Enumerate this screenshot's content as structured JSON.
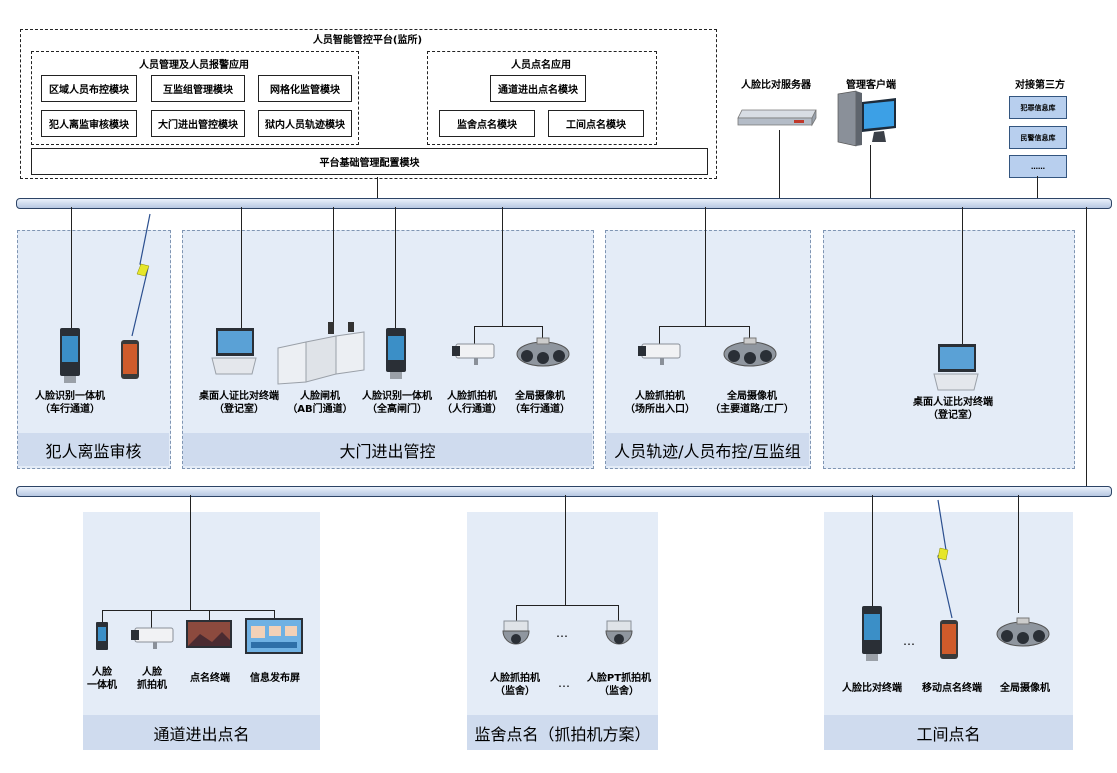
{
  "platform": {
    "title": "人员智能管控平台(监所)",
    "group1_title": "人员管理及人员报警应用",
    "group1_modules": [
      "区域人员布控模块",
      "互监组管理模块",
      "网格化监管模块",
      "犯人离监审核模块",
      "大门进出管控模块",
      "狱内人员轨迹模块"
    ],
    "group2_title": "人员点名应用",
    "group2_modules": [
      "通道进出点名模块",
      "监舍点名模块",
      "工间点名模块"
    ],
    "base_module": "平台基础管理配置模块"
  },
  "servers": {
    "face_server": "人脸比对服务器",
    "client": "管理客户端",
    "third_party_title": "对接第三方",
    "third_party_items": [
      "犯罪信息库",
      "民警信息库",
      "……"
    ]
  },
  "zones": {
    "release_check": {
      "footer": "犯人离监审核",
      "device1": "人脸识别一体机\n（车行通道）"
    },
    "gate": {
      "footer": "大门进出管控",
      "devices": [
        "桌面人证比对终端\n（登记室）",
        "人脸闸机\n（AB门通道）",
        "人脸识别一体机\n（全高闸门）",
        "人脸抓拍机\n（人行通道）",
        "全局摄像机\n（车行通道）"
      ]
    },
    "track": {
      "footer": "人员轨迹/人员布控/互监组",
      "devices": [
        "人脸抓拍机\n（场所出入口）",
        "全局摄像机\n（主要道路/工厂）"
      ]
    },
    "desk": {
      "device": "桌面人证比对终端\n（登记室）"
    },
    "channel": {
      "footer": "通道进出点名",
      "devices": [
        "人脸\n一体机",
        "人脸\n抓拍机",
        "点名终端",
        "信息发布屏"
      ]
    },
    "dorm": {
      "footer": "监舍点名（抓拍机方案）",
      "devices": [
        "人脸抓拍机\n（监舍）",
        "人脸PT抓拍机\n（监舍）"
      ],
      "dots": "…",
      "dots2": "…"
    },
    "workshop": {
      "footer": "工间点名",
      "devices": [
        "人脸比对终端",
        "移动点名终端",
        "全局摄像机"
      ],
      "dots": "…"
    }
  },
  "colors": {
    "zone_bg": "#e4ecf7",
    "footer_bg": "#cfdbee",
    "bus": "#b7c8e2",
    "third_party": "#b8cfee"
  }
}
